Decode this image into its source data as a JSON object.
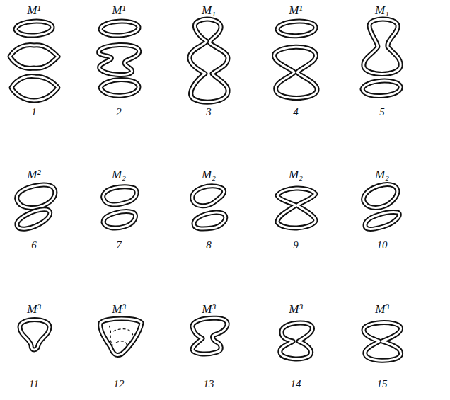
{
  "diagram": {
    "labels": [
      "M¹",
      "M¹",
      "M₁",
      "M¹",
      "M₁",
      "1",
      "2",
      "3",
      "4",
      "5",
      "M²",
      "M₂",
      "M₂",
      "M₂",
      "M₂",
      "6",
      "7",
      "8",
      "9",
      "10",
      "M³",
      "M³",
      "M³",
      "M³",
      "M³",
      "11",
      "12",
      "13",
      "14",
      "15"
    ]
  }
}
